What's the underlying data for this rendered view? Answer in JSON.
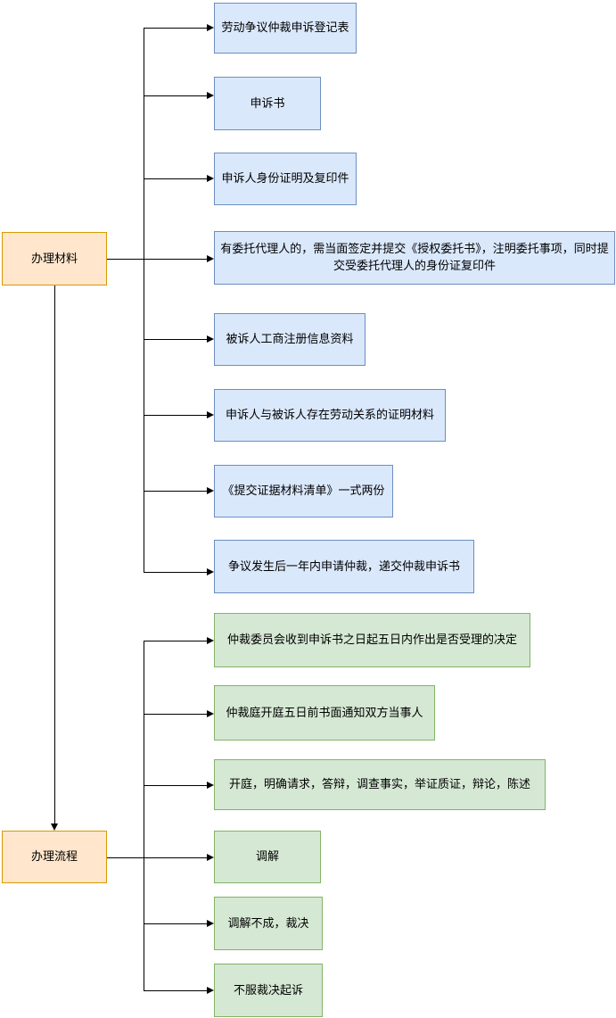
{
  "diagram": {
    "type": "flowchart",
    "colors": {
      "category_fill": "#ffe6cc",
      "category_border": "#d79b00",
      "materials_fill": "#dae8fc",
      "materials_border": "#6c8ebf",
      "process_fill": "#d5e8d4",
      "process_border": "#82b366",
      "connector": "#000000",
      "text": "#000000",
      "background": "#ffffff"
    },
    "categories": [
      {
        "label": "办理材料"
      },
      {
        "label": "办理流程"
      }
    ],
    "materials": {
      "items": [
        {
          "label": "劳动争议仲裁申诉登记表"
        },
        {
          "label": "申诉书"
        },
        {
          "label": "申诉人身份证明及复印件"
        },
        {
          "label": "有委托代理人的，需当面签定并提交《授权委托书》，注明委托事项，同时提交受委托代理人的身份证复印件"
        },
        {
          "label": "被诉人工商注册信息资料"
        },
        {
          "label": "申诉人与被诉人存在劳动关系的证明材料"
        },
        {
          "label": "《提交证据材料清单》一式两份"
        },
        {
          "label": "争议发生后一年内申请仲裁，递交仲裁申诉书"
        }
      ]
    },
    "process": {
      "items": [
        {
          "label": "仲裁委员会收到申诉书之日起五日内作出是否受理的决定"
        },
        {
          "label": "仲裁庭开庭五日前书面通知双方当事人"
        },
        {
          "label": "开庭，明确请求，答辩，调查事实，举证质证，辩论，陈述"
        },
        {
          "label": "调解"
        },
        {
          "label": "调解不成，裁决"
        },
        {
          "label": "不服裁决起诉"
        }
      ]
    }
  }
}
